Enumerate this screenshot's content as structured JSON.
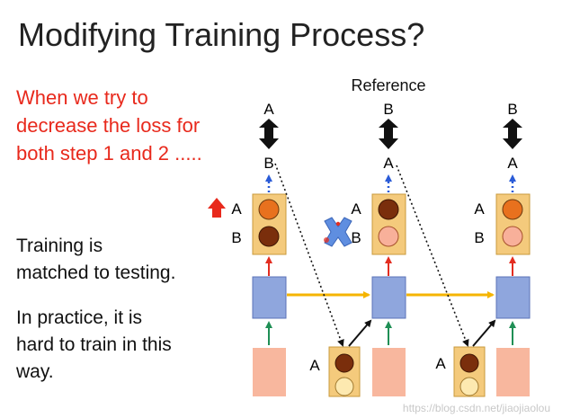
{
  "title": "Modifying Training Process?",
  "red_lines": [
    "When we try to",
    "decrease the loss for",
    "both step 1 and 2 ....."
  ],
  "training_lines": [
    "Training is",
    "matched to testing."
  ],
  "practice_lines": [
    "In practice, it is",
    "hard to train in this",
    "way."
  ],
  "reference_label": "Reference",
  "ref_letters": [
    "A",
    "B",
    "B"
  ],
  "out_letters": [
    "B",
    "A",
    "A"
  ],
  "dist_labels": [
    "A",
    "B"
  ],
  "input_dist_label": "A",
  "watermark": "https://blog.csdn.net/jiaojiaolou",
  "colors": {
    "red_text": "#e8291c",
    "dist_box": "#f4ca7c",
    "dist_border": "#c89a3c",
    "hidden_box": "#8fa6dd",
    "hidden_border": "#5b73b8",
    "input_box": "#f8b79e",
    "orange_circle": "#e8711e",
    "brown_circle": "#7a2e0c",
    "pink_circle": "#f8b09a",
    "pale_circle": "#fde9b0",
    "yellow_arrow": "#f5b400",
    "green_arrow": "#1f8f55",
    "red_arrow": "#e32d20",
    "blue_dots": "#2a5bd7",
    "cross_icon": "#5f8ee0"
  }
}
